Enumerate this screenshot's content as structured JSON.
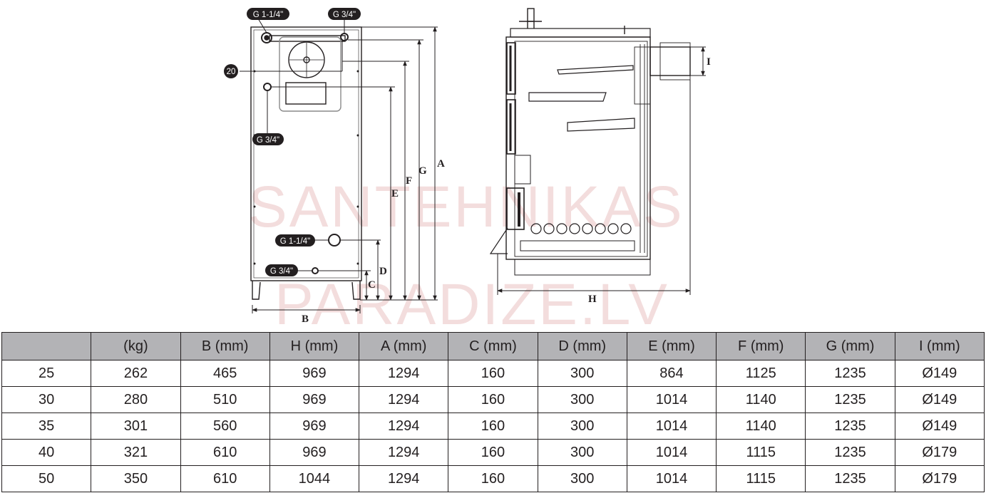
{
  "watermark": {
    "line1": "SANTEHNIKAS",
    "line2": "PARADIZE.LV"
  },
  "front_view": {
    "pills": {
      "top_left": "G 1-1/4\"",
      "top_right": "G 3/4\"",
      "mid_left": "G 3/4\"",
      "bottom_upper": "G 1-1/4\"",
      "bottom_lower": "G 3/4\""
    },
    "callout_number": "20",
    "dimension_labels": {
      "a": "A",
      "g": "G",
      "f": "F",
      "e": "E",
      "d": "D",
      "c": "C",
      "b": "B"
    }
  },
  "side_view": {
    "dimension_labels": {
      "h": "H",
      "i": "I"
    }
  },
  "table": {
    "headers": [
      "",
      "(kg)",
      "B (mm)",
      "H (mm)",
      "A (mm)",
      "C (mm)",
      "D (mm)",
      "E (mm)",
      "F (mm)",
      "G (mm)",
      "I (mm)"
    ],
    "rows": [
      [
        "25",
        "262",
        "465",
        "969",
        "1294",
        "160",
        "300",
        "864",
        "1125",
        "1235",
        "Ø149"
      ],
      [
        "30",
        "280",
        "510",
        "969",
        "1294",
        "160",
        "300",
        "1014",
        "1140",
        "1235",
        "Ø149"
      ],
      [
        "35",
        "301",
        "560",
        "969",
        "1294",
        "160",
        "300",
        "1014",
        "1140",
        "1235",
        "Ø149"
      ],
      [
        "40",
        "321",
        "610",
        "969",
        "1294",
        "160",
        "300",
        "1014",
        "1115",
        "1235",
        "Ø179"
      ],
      [
        "50",
        "350",
        "610",
        "1044",
        "1294",
        "160",
        "300",
        "1014",
        "1115",
        "1235",
        "Ø179"
      ]
    ]
  }
}
